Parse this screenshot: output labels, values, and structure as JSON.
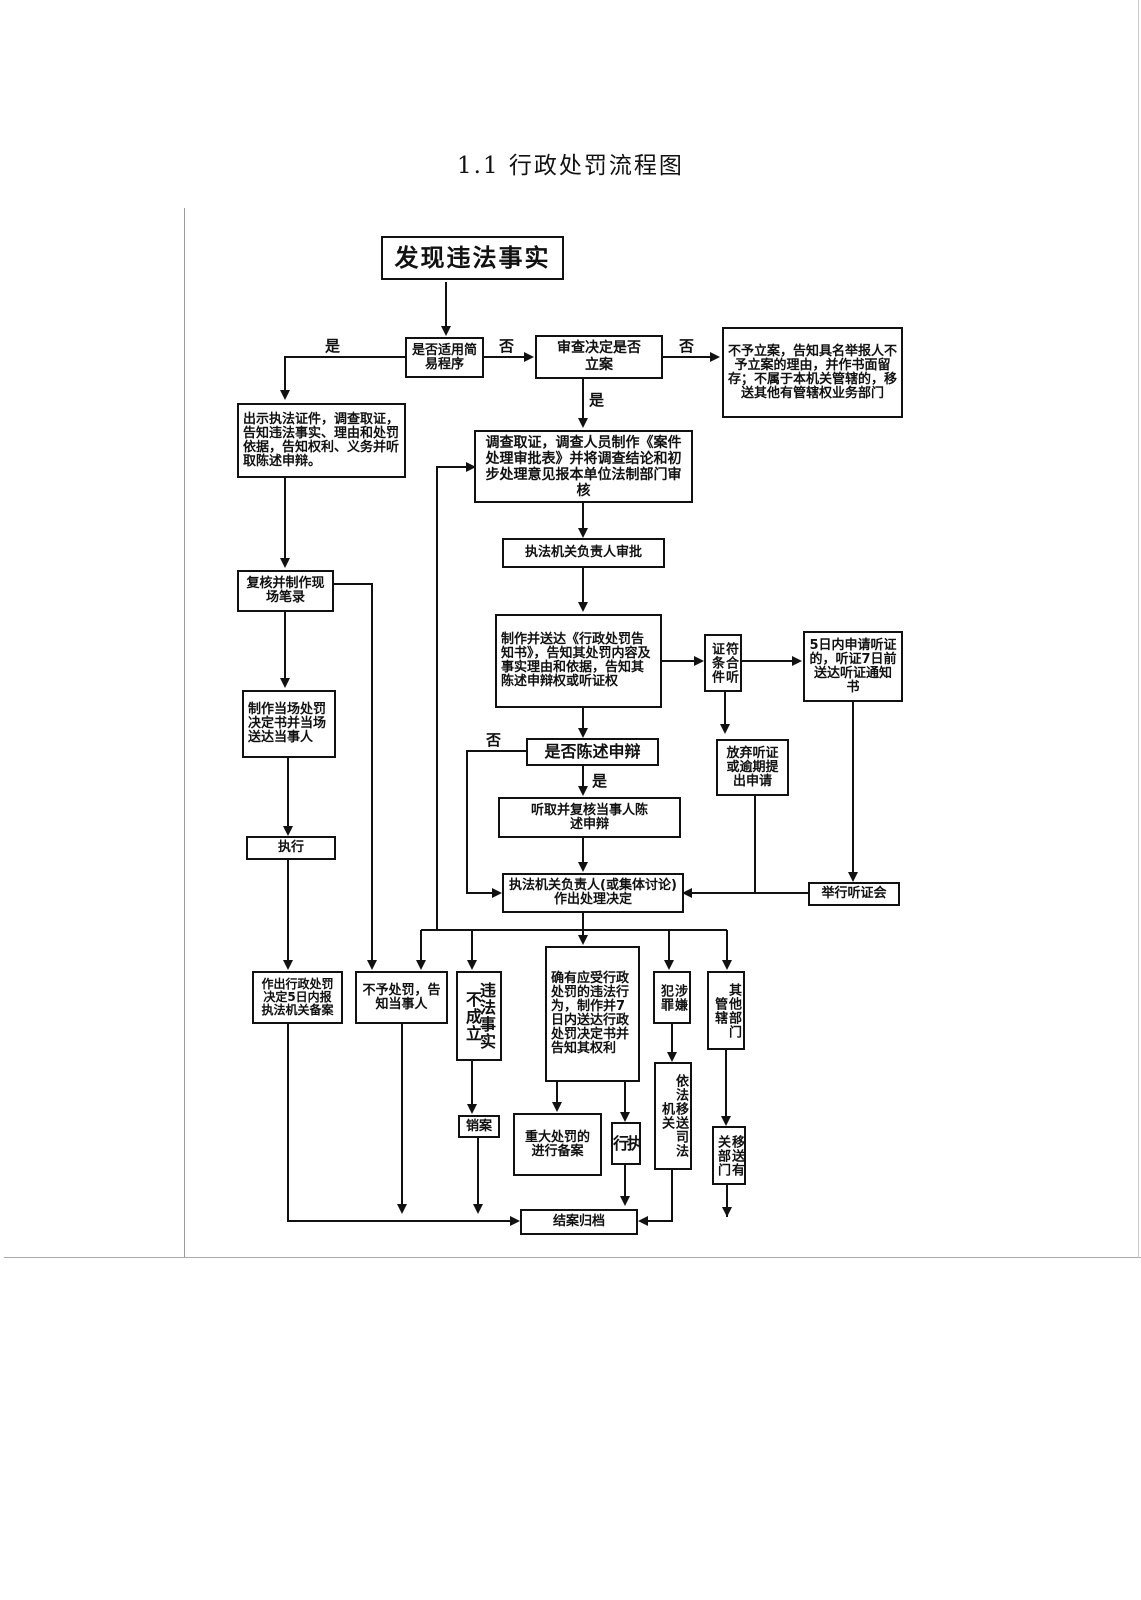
{
  "title": "1.1 行政处罚流程图",
  "nodes": {
    "discover": "发现违法事实",
    "simple_q": "是否适用简易程序",
    "review_q": "审查决定是否立案",
    "no_case": "不予立案，告知具名举报人不予立案的理由，并作书面留存；不属于本机关管辖的，移送其他有管辖权业务部门",
    "show_cert": "出示执法证件，调查取证，告知违法事实、理由和处罚依据，告知权利、义务并听取陈述申辩。",
    "investigate": "调查取证，调查人员制作《案件处理审批表》并将调查结论和初步处理意见报本单位法制部门审核",
    "head_approve": "执法机关负责人审批",
    "recheck_record": "复核并制作现场笔录",
    "notice": "制作并送达《行政处罚告知书》，告知其处罚内容及事实理由和依据，告知其陈述申辩权或听证权",
    "hearing_cond": "符合听证条件",
    "hearing_apply": "5日内申请听证的，听证7日前送达听证通知书",
    "onsite_decision": "制作当场处罚决定书并当场送达当事人",
    "statement_q": "是否陈述申辩",
    "waive": "放弃听证或逾期提出申请",
    "hear_review": "听取并复核当事人陈述申辩",
    "execute_left": "执行",
    "decision": "执法机关负责人(或集体讨论)作出处理决定",
    "hold_hearing": "举行听证会",
    "file_report": "作出行政处罚决定5日内报执法机关备案",
    "no_penalty": "不予处罚，告知当事人",
    "not_established": "违法事实不成立",
    "penalty": "确有应受行政处罚的违法行为，制作并7日内送达行政处罚决定书并告知其权利",
    "crime": "涉嫌犯罪",
    "other_dept": "其他部门管辖",
    "judicial": "依法移送司法机关",
    "cancel": "销案",
    "major_file": "重大处罚的进行备案",
    "execute_mid": "执行",
    "transfer": "移送有关部门",
    "close": "结案归档"
  },
  "edge_labels": {
    "yes": "是",
    "no": "否"
  }
}
